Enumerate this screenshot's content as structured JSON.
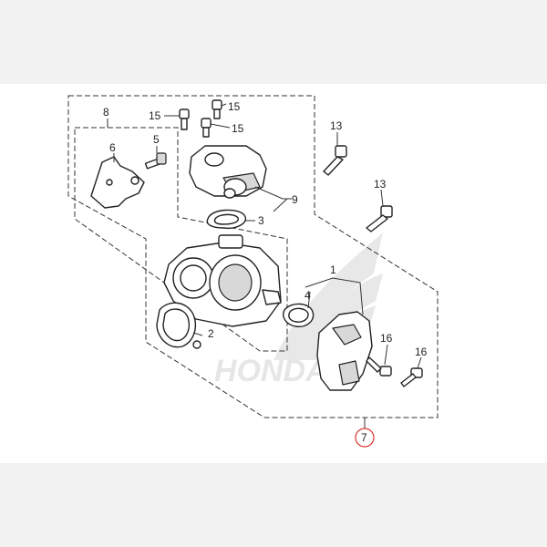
{
  "watermark": {
    "brand_text": "HONDA"
  },
  "callouts": {
    "c1": "1",
    "c2": "2",
    "c3": "3",
    "c4": "4",
    "c5": "5",
    "c6": "6",
    "c7": "7",
    "c8": "8",
    "c9": "9",
    "c13a": "13",
    "c13b": "13",
    "c15a": "15",
    "c15b": "15",
    "c15c": "15",
    "c16a": "16",
    "c16b": "16"
  },
  "highlight": {
    "ring_color": "#d9352b"
  }
}
